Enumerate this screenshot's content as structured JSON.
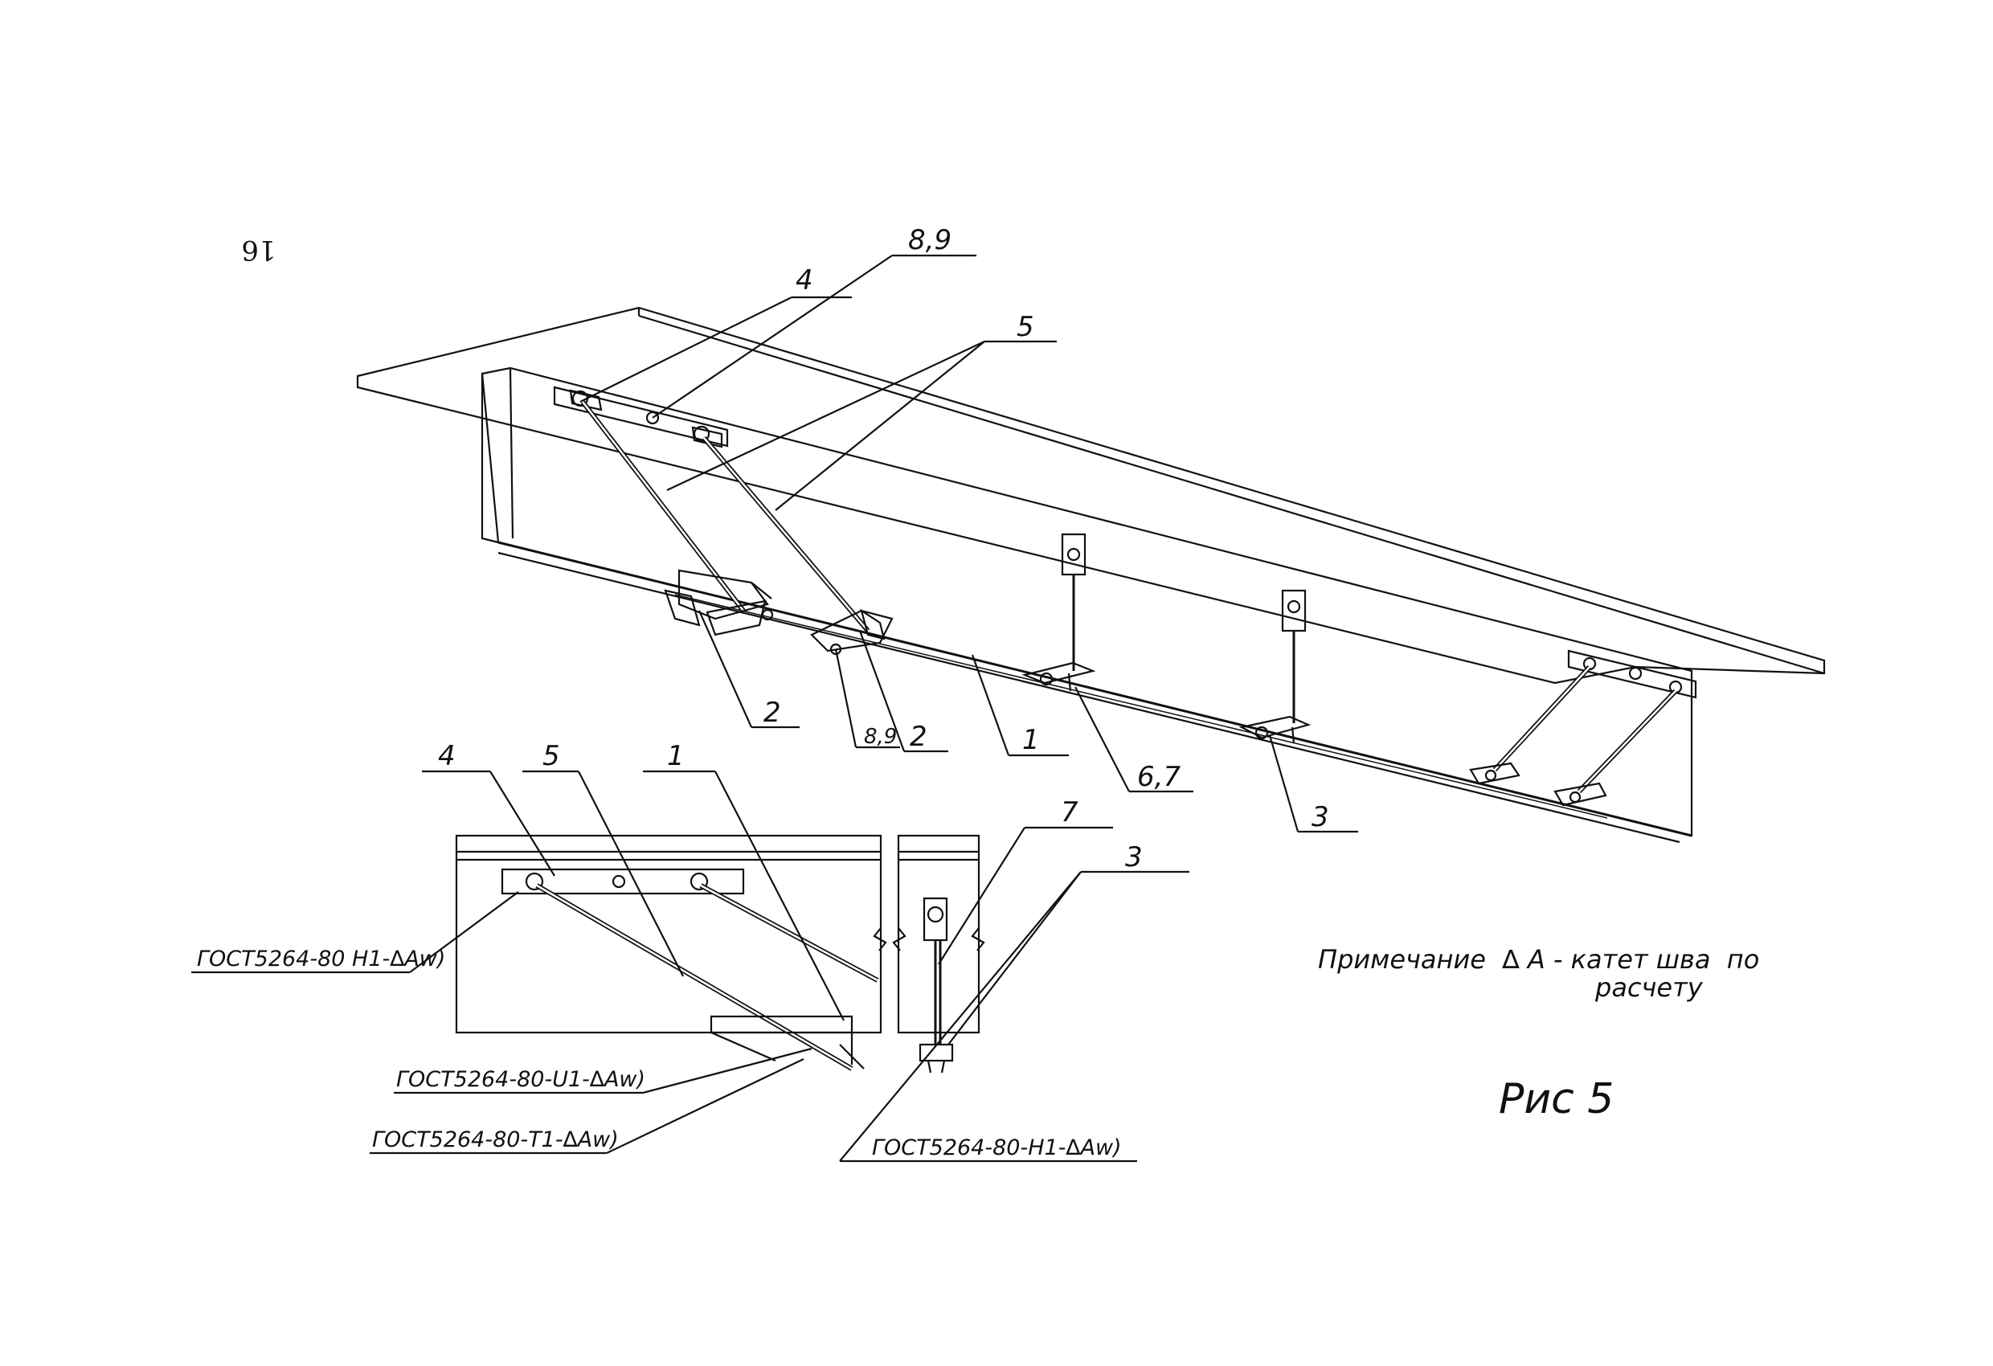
{
  "page_number": "16",
  "callouts": {
    "c4_top": "4",
    "c89_top": "8,9",
    "c5_top": "5",
    "c2_left": "2",
    "c89_bottom": "8,9",
    "c2_mid": "2",
    "c1": "1",
    "c67": "6,7",
    "c3_main": "3",
    "c4_detail": "4",
    "c5_detail": "5",
    "c1_detail": "1",
    "c7_detail": "7",
    "c3_detail": "3"
  },
  "weld_labels": {
    "weld_h1_left": "ГОСТ5264-80 Н1-∆Аw)",
    "weld_u1": "ГОСТ5264-80-U1-∆Аw)",
    "weld_t1": "ГОСТ5264-80-Т1-∆Аw)",
    "weld_h1_right": "ГОСТ5264-80-Н1-∆Аw)"
  },
  "note": {
    "line1": "Примечание  ∆ А - катет шва  по",
    "line2": "расчету"
  },
  "figure_caption": "Рис 5"
}
